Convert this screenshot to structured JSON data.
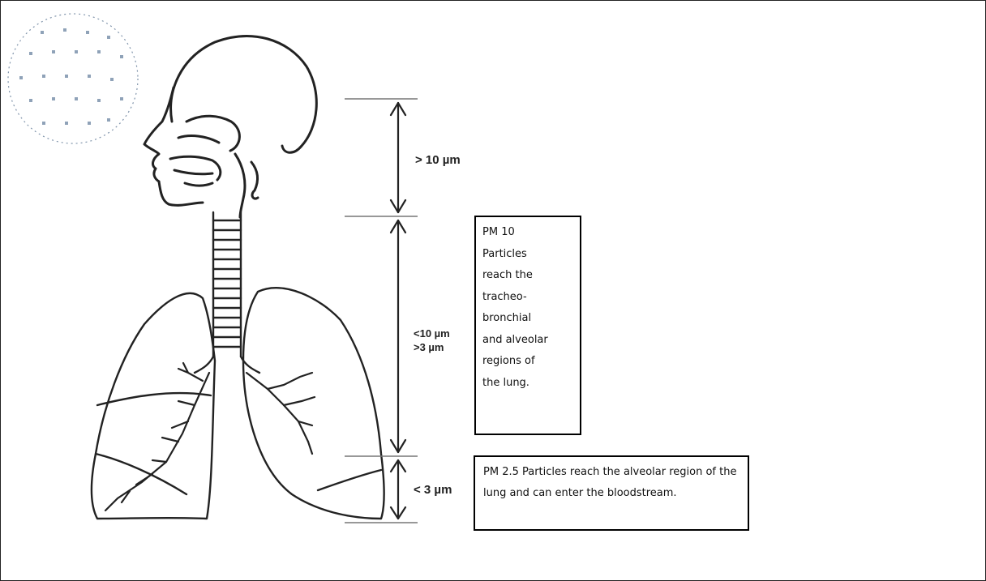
{
  "labels": {
    "upper": "> 10 µm",
    "middle_1": "<10 µm",
    "middle_2": ">3 µm",
    "lower": "< 3 µm"
  },
  "pm10_box": {
    "lines": [
      "PM 10",
      "Particles",
      "reach the",
      "tracheo-",
      "bronchial",
      "and alveolar",
      "regions of",
      "the lung."
    ]
  },
  "pm25_box": {
    "text": "PM 2.5 Particles reach the alveolar region of the lung and can enter the bloodstream."
  },
  "colors": {
    "ink": "#222222",
    "stamp": "#7f93aa",
    "guide_line": "#777777"
  }
}
